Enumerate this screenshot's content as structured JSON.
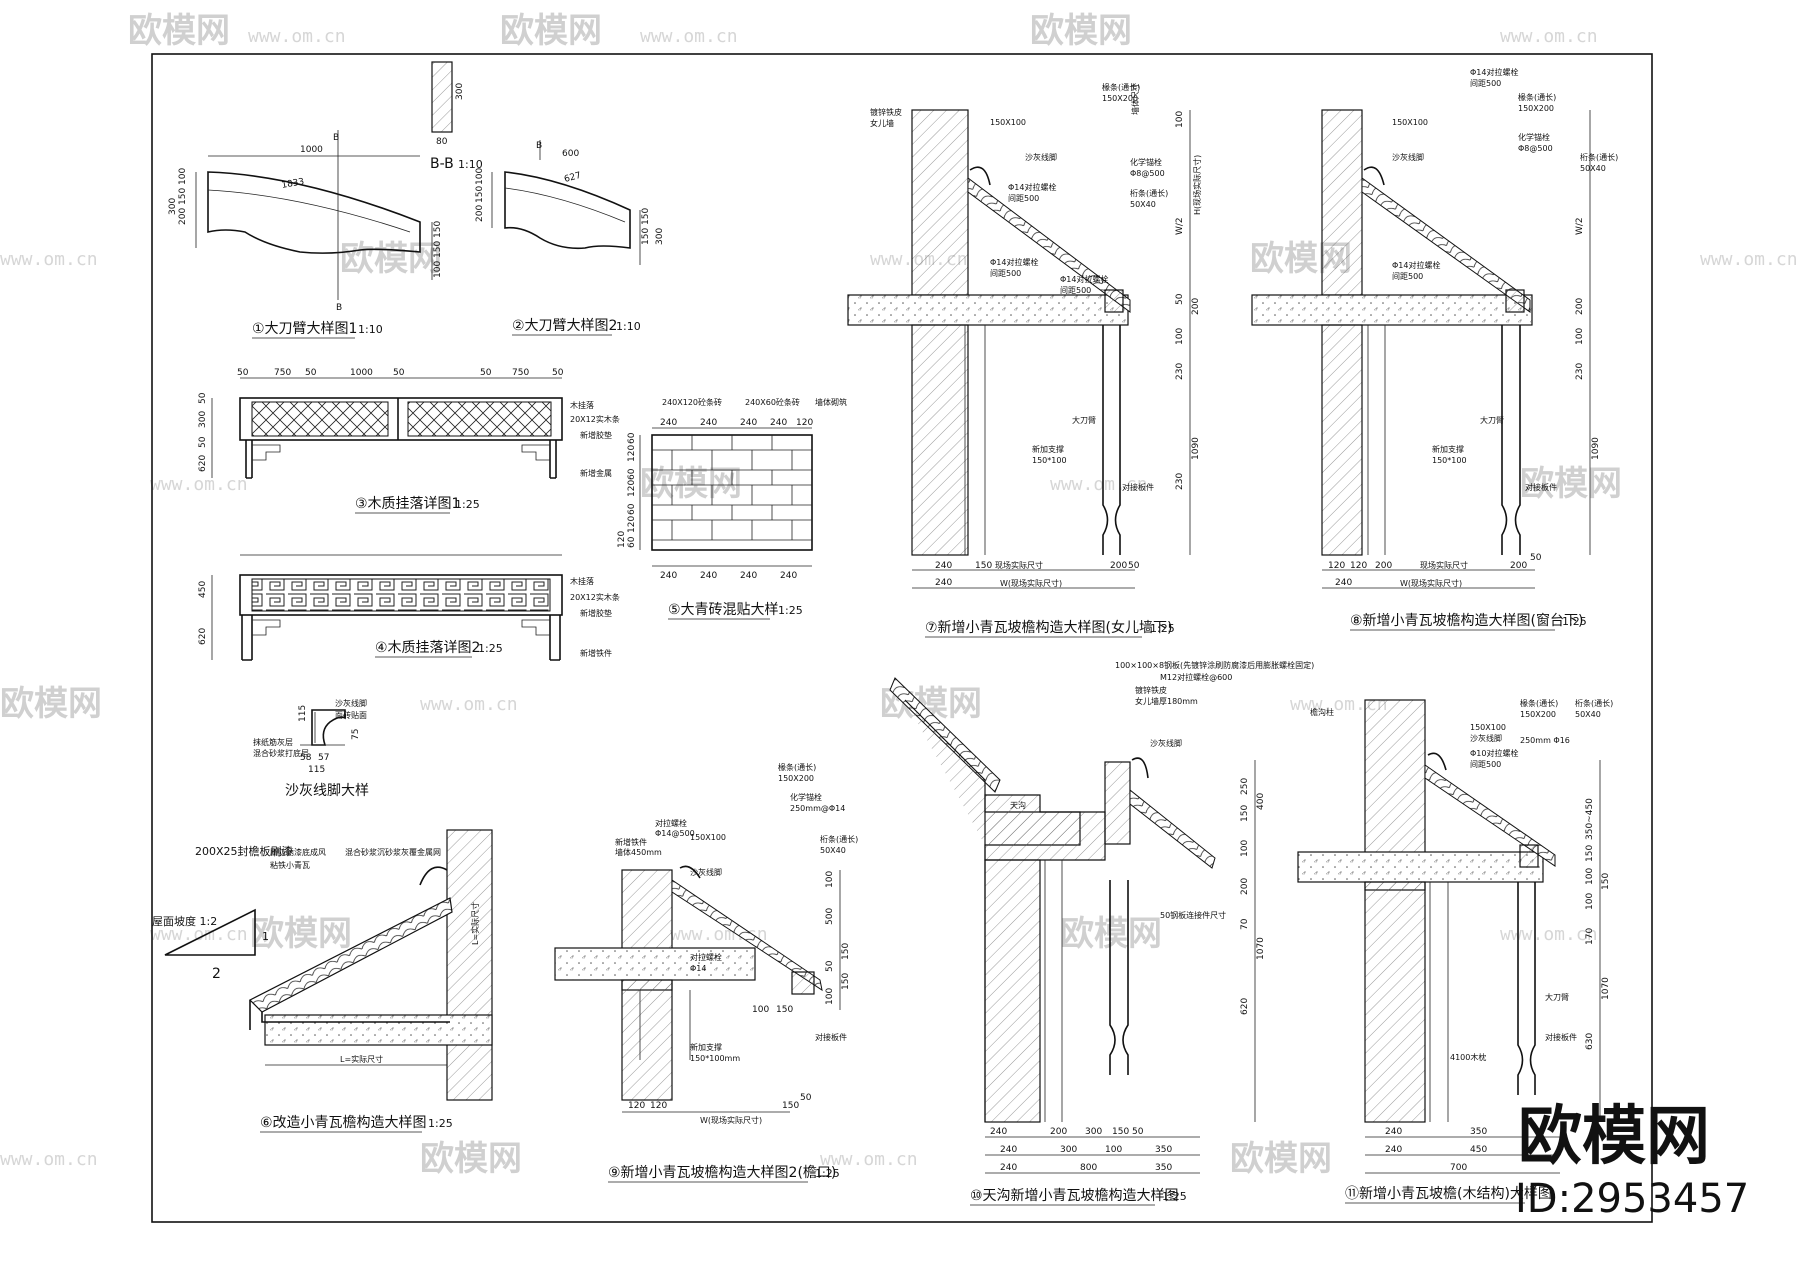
{
  "watermark": {
    "brand": "欧模网",
    "site": "www.om.cn",
    "id": "ID:2953457"
  },
  "details": [
    {
      "key": "d1",
      "title": "①大刀臂大样图1",
      "scale": "1:10"
    },
    {
      "key": "d2",
      "title": "②大刀臂大样图2",
      "scale": "1:10"
    },
    {
      "key": "d3",
      "title": "③木质挂落详图1",
      "scale": "1:25"
    },
    {
      "key": "d4",
      "title": "④木质挂落详图2",
      "scale": "1:25"
    },
    {
      "key": "d5",
      "title": "⑤大青砖混贴大样",
      "scale": "1:25"
    },
    {
      "key": "d6",
      "title": "沙灰线脚大样",
      "scale": ""
    },
    {
      "key": "d7",
      "title": "⑦新增小青瓦坡檐构造大样图(女儿墙下)",
      "scale": "1:25"
    },
    {
      "key": "d8",
      "title": "⑧新增小青瓦坡檐构造大样图(窗台下)",
      "scale": "1:25"
    },
    {
      "key": "d9",
      "title": "⑨新增小青瓦坡檐构造大样图2(檐口)",
      "scale": "1:25"
    },
    {
      "key": "d10",
      "title": "⑩天沟新增小青瓦坡檐构造大样图",
      "scale": "1:25"
    },
    {
      "key": "d11",
      "title": "⑪新增小青瓦坡檐(木结构)大样图",
      "scale": "1:25"
    },
    {
      "key": "d12",
      "title": "⑥改造小青瓦檐构造大样图",
      "scale": "1:25"
    }
  ],
  "section_label": {
    "text": "B-B",
    "scale": "1:10",
    "mark": "B"
  },
  "dims": {
    "d1_top": "1000",
    "d1_left": [
      "100",
      "150",
      "200",
      "300"
    ],
    "d1_right": [
      "150",
      "150",
      "100",
      "300"
    ],
    "d2_top": "600",
    "d2_left": [
      "100",
      "150",
      "200"
    ],
    "d2_right": [
      "150",
      "150",
      "300"
    ],
    "bb_w": "80",
    "bb_h": "300",
    "d3_top": [
      "50",
      "750",
      "50",
      "1000",
      "50",
      "50",
      "750",
      "50"
    ],
    "d3_left": [
      "50",
      "300",
      "50",
      "620"
    ],
    "d4_left": [
      "450",
      "620"
    ],
    "d5_top": [
      "240X120砼条砖",
      "240X60砼条砖"
    ],
    "d5_topvals": [
      "240",
      "240",
      "240",
      "240",
      "120"
    ],
    "d5_bottom": [
      "240",
      "240",
      "240",
      "240"
    ],
    "d5_left": [
      "60",
      "120",
      "60",
      "120",
      "60",
      "120",
      "60",
      "120"
    ],
    "d6": [
      "115",
      "58",
      "57",
      "115",
      "75"
    ],
    "d7_bottom": [
      "240",
      "150",
      "200",
      "50"
    ],
    "d7_total": "240",
    "d7_right": [
      "100",
      "W/2",
      "200",
      "50",
      "100",
      "230",
      "1090",
      "230"
    ],
    "d8_bottom": [
      "120",
      "120",
      "200",
      "200",
      "50"
    ],
    "d8_total": "240",
    "d8_right": [
      "W/2",
      "200",
      "100",
      "230",
      "1090"
    ],
    "d9_bottom": [
      "120",
      "120",
      "150",
      "50"
    ],
    "d9_sub": [
      "100",
      "150"
    ],
    "d9_right": [
      "100",
      "500",
      "150",
      "50",
      "150",
      "100"
    ],
    "d10_bottom1": [
      "240",
      "200",
      "300",
      "150",
      "50"
    ],
    "d10_bottom2": [
      "240",
      "300",
      "100",
      "350"
    ],
    "d10_bottom3": [
      "240",
      "800",
      "350"
    ],
    "d10_right": [
      "250",
      "400",
      "150",
      "100",
      "200",
      "70",
      "1070",
      "620"
    ],
    "d11_bottom": [
      "240",
      "350",
      "240",
      "450",
      "700"
    ],
    "d11_right": [
      "350~450",
      "150",
      "100",
      "150",
      "100",
      "170",
      "1070",
      "630"
    ],
    "d12_slope": "屋面坡度 1:2",
    "d12_slope_n": [
      "1",
      "2"
    ],
    "d12_L": "L=实际尺寸",
    "d12_H": "L=实际尺寸"
  },
  "notes": {
    "d1_len": "1833",
    "d2_len": "627",
    "d3": [
      "木挂落",
      "20X12实木条",
      "新增胶垫",
      "新增金属"
    ],
    "d4": [
      "木挂落",
      "20X12实木条",
      "新增胶垫",
      "新增铁件"
    ],
    "d5_side": "墙体砌筑",
    "d6": [
      "沙灰线脚",
      "抹纸筋灰层",
      "混合砂浆打底层",
      "面砖贴面"
    ],
    "d7": [
      "镀锌铁皮",
      "女儿墙",
      "椽条(通长)",
      "150X200",
      "150X100",
      "化学锚栓",
      "Φ8@500",
      "Φ14对拉螺栓",
      "间距500",
      "沙灰线脚",
      "桁条(通长)",
      "50X40",
      "Φ14对拉螺栓",
      "间距500",
      "Φ14对拉螺栓",
      "间距500",
      "新加支撑",
      "150*100",
      "大刀臂",
      "现场实际尺寸",
      "W(现场实际尺寸)",
      "H(现场实际尺寸)",
      "对接板件",
      "墙体尺寸"
    ],
    "d8": [
      "Φ14对拉螺栓",
      "间距500",
      "椽条(通长)",
      "150X200",
      "150X100",
      "化学锚栓",
      "Φ8@500",
      "沙灰线脚",
      "桁条(通长)",
      "50X40",
      "Φ14对拉螺栓",
      "间距500",
      "新加支撑",
      "150*100",
      "大刀臂",
      "W(现场实际尺寸)",
      "现场实际尺寸",
      "对接板件"
    ],
    "d9": [
      "新增铁件",
      "墙体450mm",
      "对拉螺栓",
      "Φ14@500",
      "椽条(通长)",
      "150X200",
      "150X100",
      "化学锚栓",
      "250mm@Φ14",
      "桁条(通长)",
      "50X40",
      "沙灰线脚",
      "对拉螺栓",
      "Φ14",
      "新加支撑",
      "150*100mm",
      "对接板件",
      "W(现场实际尺寸)"
    ],
    "d10": [
      "100×100×8钢板(先镀锌涂刷防腐漆后用膨胀螺栓固定)",
      "M12对拉螺栓@600",
      "镀锌铁皮",
      "女儿墙厚180mm",
      "沙灰线脚",
      "天沟",
      "50钢板连接件尺寸"
    ],
    "d11": [
      "檐沟柱",
      "椽条(通长)",
      "150X200",
      "150X100",
      "沙灰线脚",
      "250mm Φ16",
      "Φ10对拉螺栓",
      "间距500",
      "桁条(通长)",
      "50X40",
      "大刀臂",
      "4100木枕",
      "对接板件"
    ],
    "d12": [
      "200X25封檐板刷漆",
      "刷防锈漆底成风",
      "粘铁小青瓦",
      "混合砂浆沉砂浆灰覆金属网"
    ]
  }
}
